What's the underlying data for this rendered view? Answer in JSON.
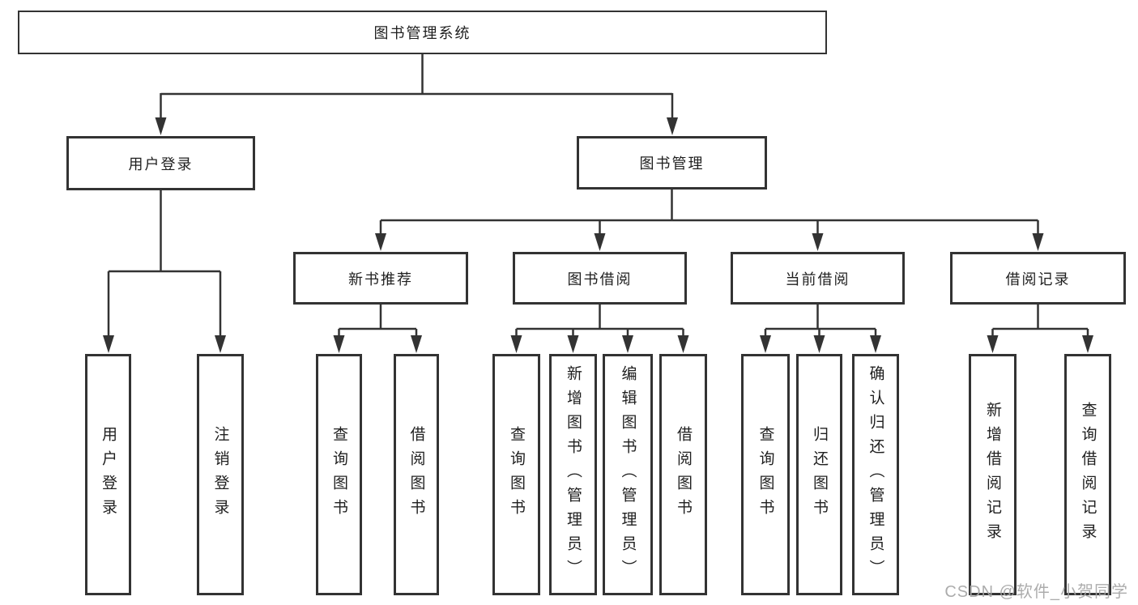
{
  "colors": {
    "line": "#333333",
    "box_border": "#333333",
    "text": "#1f1f1f",
    "background": "#ffffff",
    "watermark": "#a6a6a6"
  },
  "nodes": {
    "root": "图书管理系统",
    "level2": {
      "user_login": "用户登录",
      "book_management": "图书管理"
    },
    "level3": {
      "new_book_recommend": "新书推荐",
      "book_borrowing": "图书借阅",
      "current_borrowing": "当前借阅",
      "borrowing_records": "借阅记录"
    },
    "leaves": {
      "user_login": "用户登录",
      "logout": "注销登录",
      "nb_query_book": "查询图书",
      "nb_borrow_book": "借阅图书",
      "bb_query_book": "查询图书",
      "bb_add_book": "新增图书（管理员）",
      "bb_edit_book": "编辑图书（管理员）",
      "bb_borrow_book": "借阅图书",
      "cb_query_book": "查询图书",
      "cb_return_book": "归还图书",
      "cb_confirm_return": "确认归还（管理员）",
      "br_add_record": "新增借阅记录",
      "br_query_record": "查询借阅记录"
    }
  },
  "watermark": "CSDN @软件_小贺同学"
}
